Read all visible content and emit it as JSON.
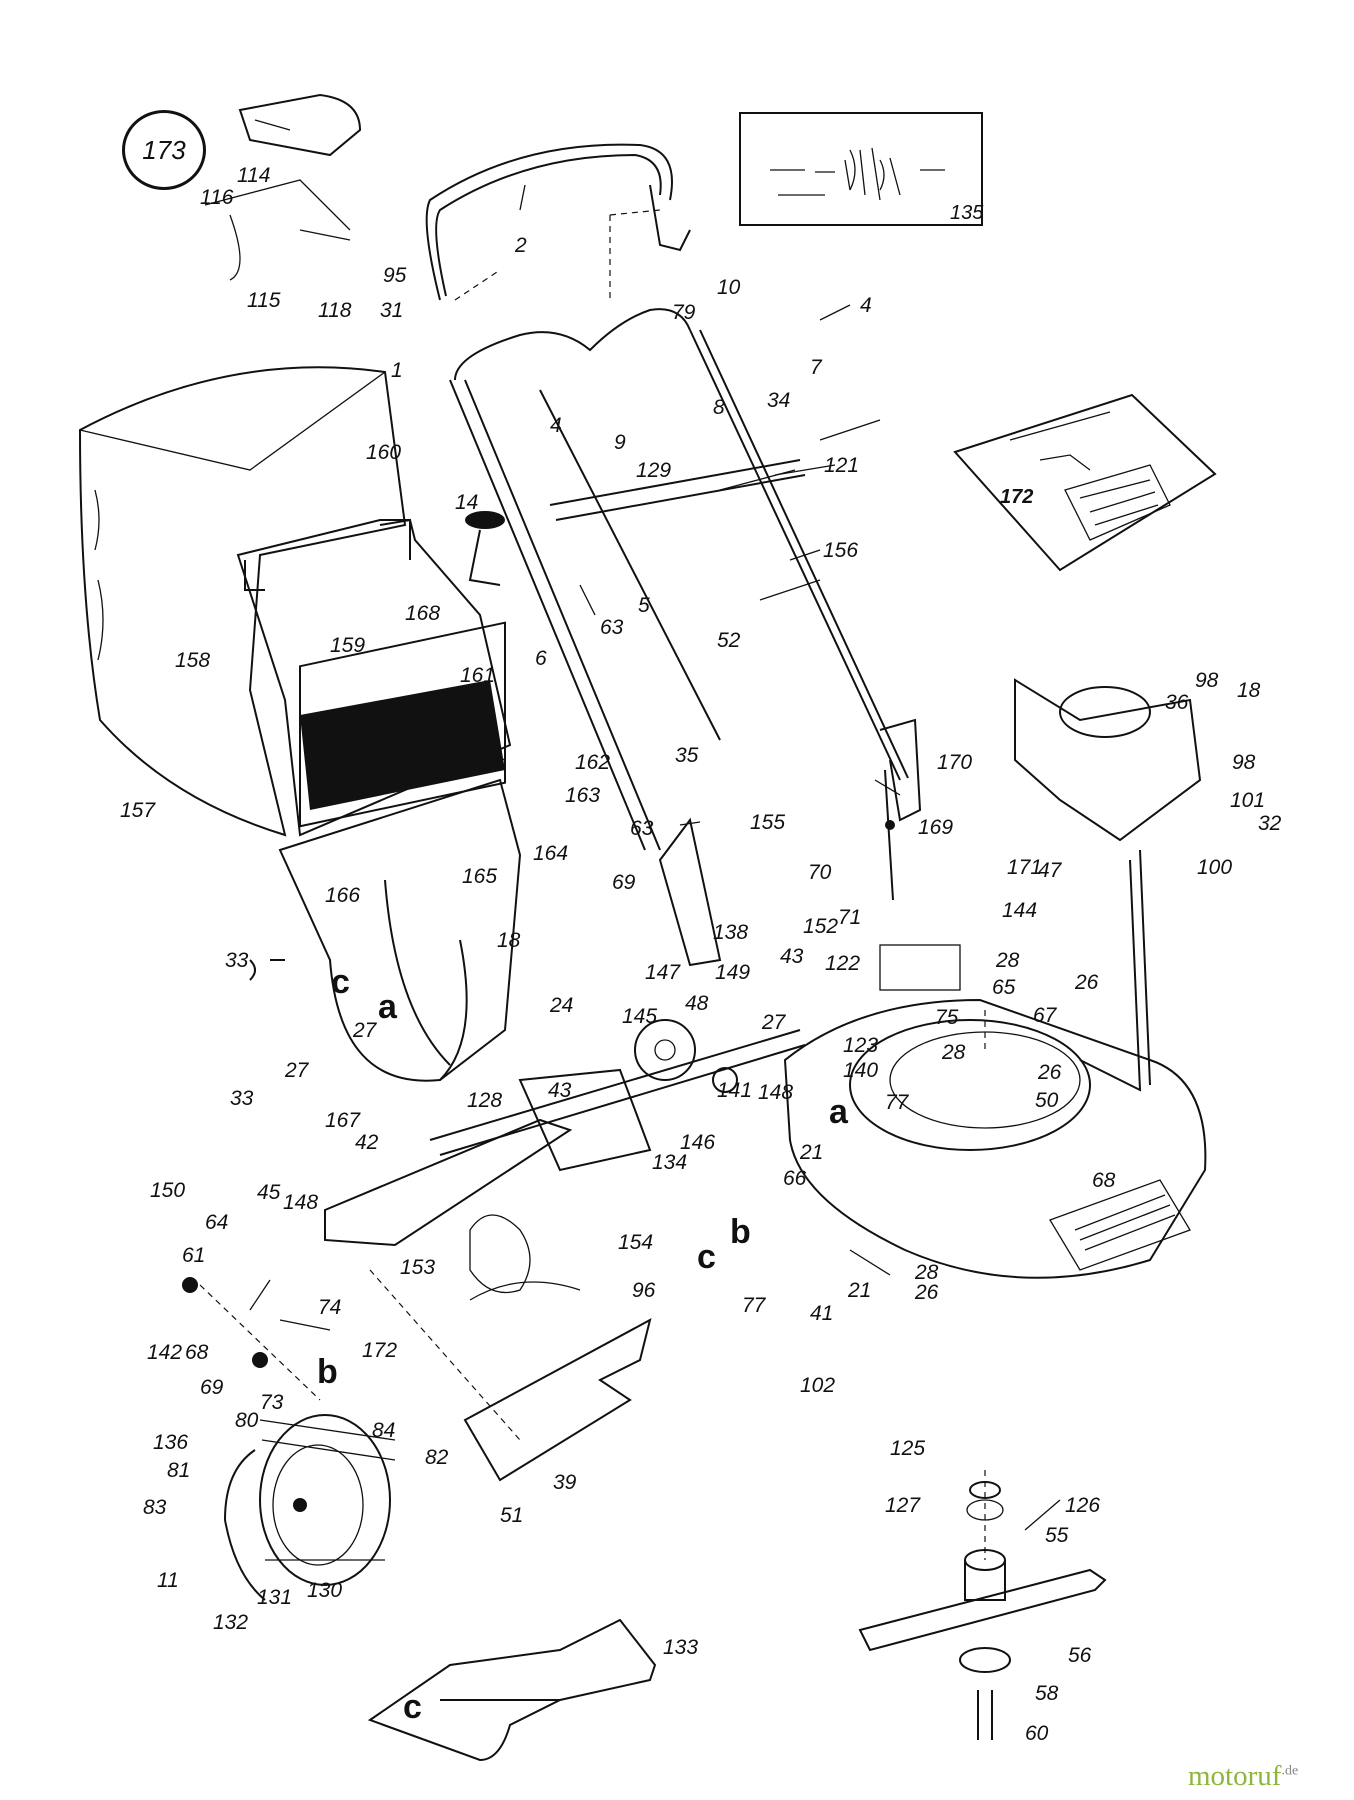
{
  "badge": "173",
  "watermark": "motoruf",
  "watermark_suffix": ".de",
  "inset_boxes": [
    "135",
    "172"
  ],
  "letters": [
    "a",
    "a",
    "b",
    "b",
    "c",
    "c",
    "c"
  ],
  "labels": [
    "114",
    "116",
    "95",
    "115",
    "118",
    "31",
    "2",
    "10",
    "4",
    "79",
    "7",
    "8",
    "34",
    "1",
    "4",
    "9",
    "129",
    "121",
    "160",
    "14",
    "156",
    "5",
    "63",
    "52",
    "6",
    "168",
    "159",
    "161",
    "158",
    "162",
    "163",
    "157",
    "35",
    "155",
    "63",
    "69",
    "164",
    "165",
    "166",
    "18",
    "33",
    "27",
    "33",
    "27",
    "167",
    "24",
    "170",
    "169",
    "171",
    "70",
    "71",
    "138",
    "152",
    "43",
    "122",
    "149",
    "48",
    "147",
    "27",
    "144",
    "47",
    "65",
    "28",
    "26",
    "75",
    "28",
    "67",
    "26",
    "123",
    "140",
    "148",
    "141",
    "145",
    "146",
    "134",
    "43",
    "128",
    "42",
    "154",
    "36",
    "98",
    "18",
    "98",
    "101",
    "32",
    "100",
    "77",
    "50",
    "21",
    "66",
    "68",
    "21",
    "28",
    "26",
    "41",
    "77",
    "102",
    "150",
    "64",
    "45",
    "148",
    "61",
    "153",
    "96",
    "74",
    "172",
    "142",
    "68",
    "69",
    "73",
    "80",
    "84",
    "82",
    "39",
    "136",
    "81",
    "83",
    "11",
    "131",
    "130",
    "132",
    "51",
    "133",
    "125",
    "126",
    "127",
    "55",
    "56",
    "58",
    "60"
  ],
  "colors": {
    "ink": "#111111",
    "watermark": "#8fb53a"
  }
}
